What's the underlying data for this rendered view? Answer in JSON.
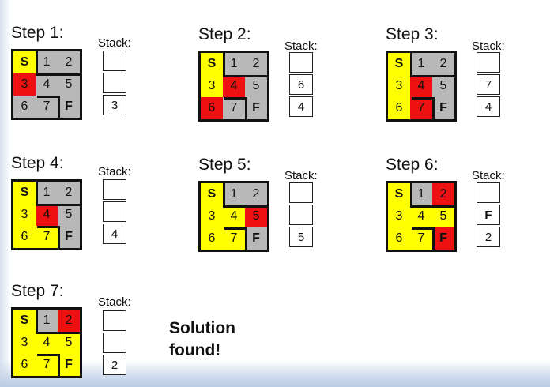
{
  "colors": {
    "yellow": "#ffff00",
    "red": "#ee1111",
    "gray": "#b8b8b8",
    "white": "#ffffff"
  },
  "cell_labels": [
    "S",
    "1",
    "2",
    "3",
    "4",
    "5",
    "6",
    "7",
    "F"
  ],
  "stack_label": "Stack:",
  "steps": [
    {
      "title": "Step 1:",
      "fills": [
        "yellow",
        "gray",
        "gray",
        "red",
        "gray",
        "gray",
        "gray",
        "gray",
        "gray"
      ],
      "stack": [
        "",
        "",
        "3"
      ]
    },
    {
      "title": "Step 2:",
      "fills": [
        "yellow",
        "gray",
        "gray",
        "yellow",
        "red",
        "gray",
        "red",
        "gray",
        "gray"
      ],
      "stack": [
        "",
        "6",
        "4"
      ]
    },
    {
      "title": "Step 3:",
      "fills": [
        "yellow",
        "gray",
        "gray",
        "yellow",
        "red",
        "gray",
        "yellow",
        "red",
        "gray"
      ],
      "stack": [
        "",
        "7",
        "4"
      ]
    },
    {
      "title": "Step 4:",
      "fills": [
        "yellow",
        "gray",
        "gray",
        "yellow",
        "red",
        "gray",
        "yellow",
        "yellow",
        "gray"
      ],
      "stack": [
        "",
        "",
        "4"
      ]
    },
    {
      "title": "Step 5:",
      "fills": [
        "yellow",
        "gray",
        "gray",
        "yellow",
        "yellow",
        "red",
        "yellow",
        "yellow",
        "gray"
      ],
      "stack": [
        "",
        "",
        "5"
      ]
    },
    {
      "title": "Step 6:",
      "fills": [
        "yellow",
        "gray",
        "red",
        "yellow",
        "yellow",
        "yellow",
        "yellow",
        "yellow",
        "red"
      ],
      "stack": [
        "",
        "F",
        "2"
      ]
    },
    {
      "title": "Step 7:",
      "fills": [
        "yellow",
        "gray",
        "red",
        "yellow",
        "yellow",
        "yellow",
        "yellow",
        "yellow",
        "yellow"
      ],
      "stack": [
        "",
        "",
        "2"
      ]
    }
  ],
  "solution": {
    "line1": "Solution",
    "line2": "found!"
  }
}
